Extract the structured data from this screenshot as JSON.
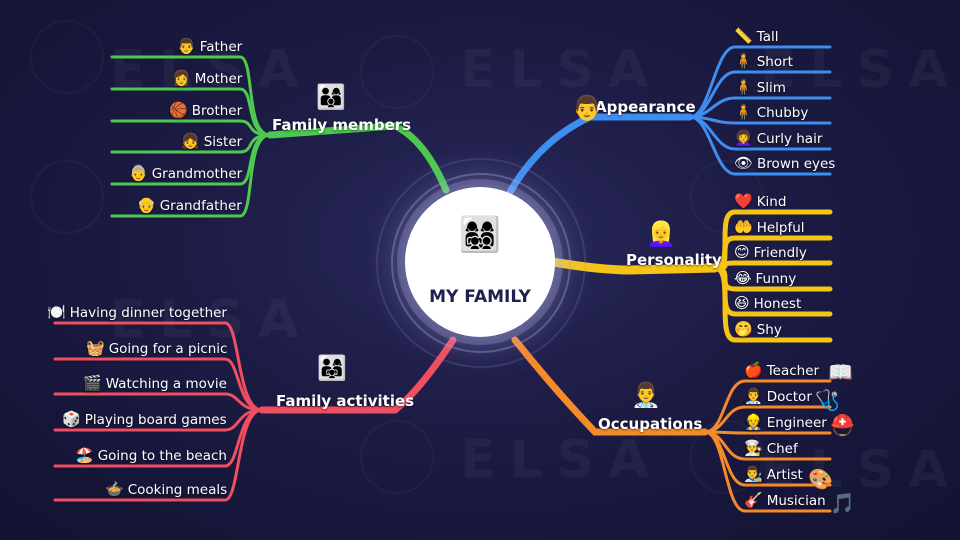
{
  "center": {
    "title": "MY FAMILY",
    "icon": "👩‍👩‍👧‍👦"
  },
  "watermark": "ELSA",
  "colors": {
    "family_members": "#4cc94e",
    "appearance": "#3d8ef0",
    "personality": "#f6c416",
    "occupations": "#f58a2a",
    "family_activities": "#ef4f5f"
  },
  "branches": {
    "family_members": {
      "label": "Family members",
      "icon": "👨‍👩‍👦",
      "items": [
        {
          "label": "Father",
          "icon": "👨"
        },
        {
          "label": "Mother",
          "icon": "👩"
        },
        {
          "label": "Brother",
          "icon": "🏀"
        },
        {
          "label": "Sister",
          "icon": "👧"
        },
        {
          "label": "Grandmother",
          "icon": "👵"
        },
        {
          "label": "Grandfather",
          "icon": "👴"
        }
      ]
    },
    "appearance": {
      "label": "Appearance",
      "icon": "👨",
      "items": [
        {
          "label": "Tall",
          "icon": "📏"
        },
        {
          "label": "Short",
          "icon": "🧍"
        },
        {
          "label": "Slim",
          "icon": "🧍"
        },
        {
          "label": "Chubby",
          "icon": "🧍"
        },
        {
          "label": "Curly hair",
          "icon": "👩‍🦱"
        },
        {
          "label": "Brown eyes",
          "icon": "👁"
        }
      ]
    },
    "personality": {
      "label": "Personality",
      "icon": "👱‍♀️",
      "items": [
        {
          "label": "Kind",
          "icon": "❤️"
        },
        {
          "label": "Helpful",
          "icon": "🤲"
        },
        {
          "label": "Friendly",
          "icon": "😊"
        },
        {
          "label": "Funny",
          "icon": "😂"
        },
        {
          "label": "Honest",
          "icon": "😆"
        },
        {
          "label": "Shy",
          "icon": "🤭"
        }
      ]
    },
    "occupations": {
      "label": "Occupations",
      "icon": "👨‍⚕️",
      "items": [
        {
          "label": "Teacher",
          "icon": "🍎",
          "extra": "📖"
        },
        {
          "label": "Doctor",
          "icon": "👨‍⚕️",
          "extra": "🩺"
        },
        {
          "label": "Engineer",
          "icon": "👷",
          "extra": "⛑️"
        },
        {
          "label": "Chef",
          "icon": "👨‍🍳",
          "extra": ""
        },
        {
          "label": "Artist",
          "icon": "👨‍🎨",
          "extra": "🎨"
        },
        {
          "label": "Musician",
          "icon": "🎸",
          "extra": "🎵"
        }
      ]
    },
    "family_activities": {
      "label": "Family activities",
      "icon": "👨‍👩‍👧",
      "items": [
        {
          "label": "Having dinner together",
          "icon": "🍽️"
        },
        {
          "label": "Going for a picnic",
          "icon": "🧺"
        },
        {
          "label": "Watching a movie",
          "icon": "🎬"
        },
        {
          "label": "Playing board games",
          "icon": "🎲"
        },
        {
          "label": "Going to the beach",
          "icon": "🏖️"
        },
        {
          "label": "Cooking meals",
          "icon": "🍲"
        }
      ]
    }
  }
}
